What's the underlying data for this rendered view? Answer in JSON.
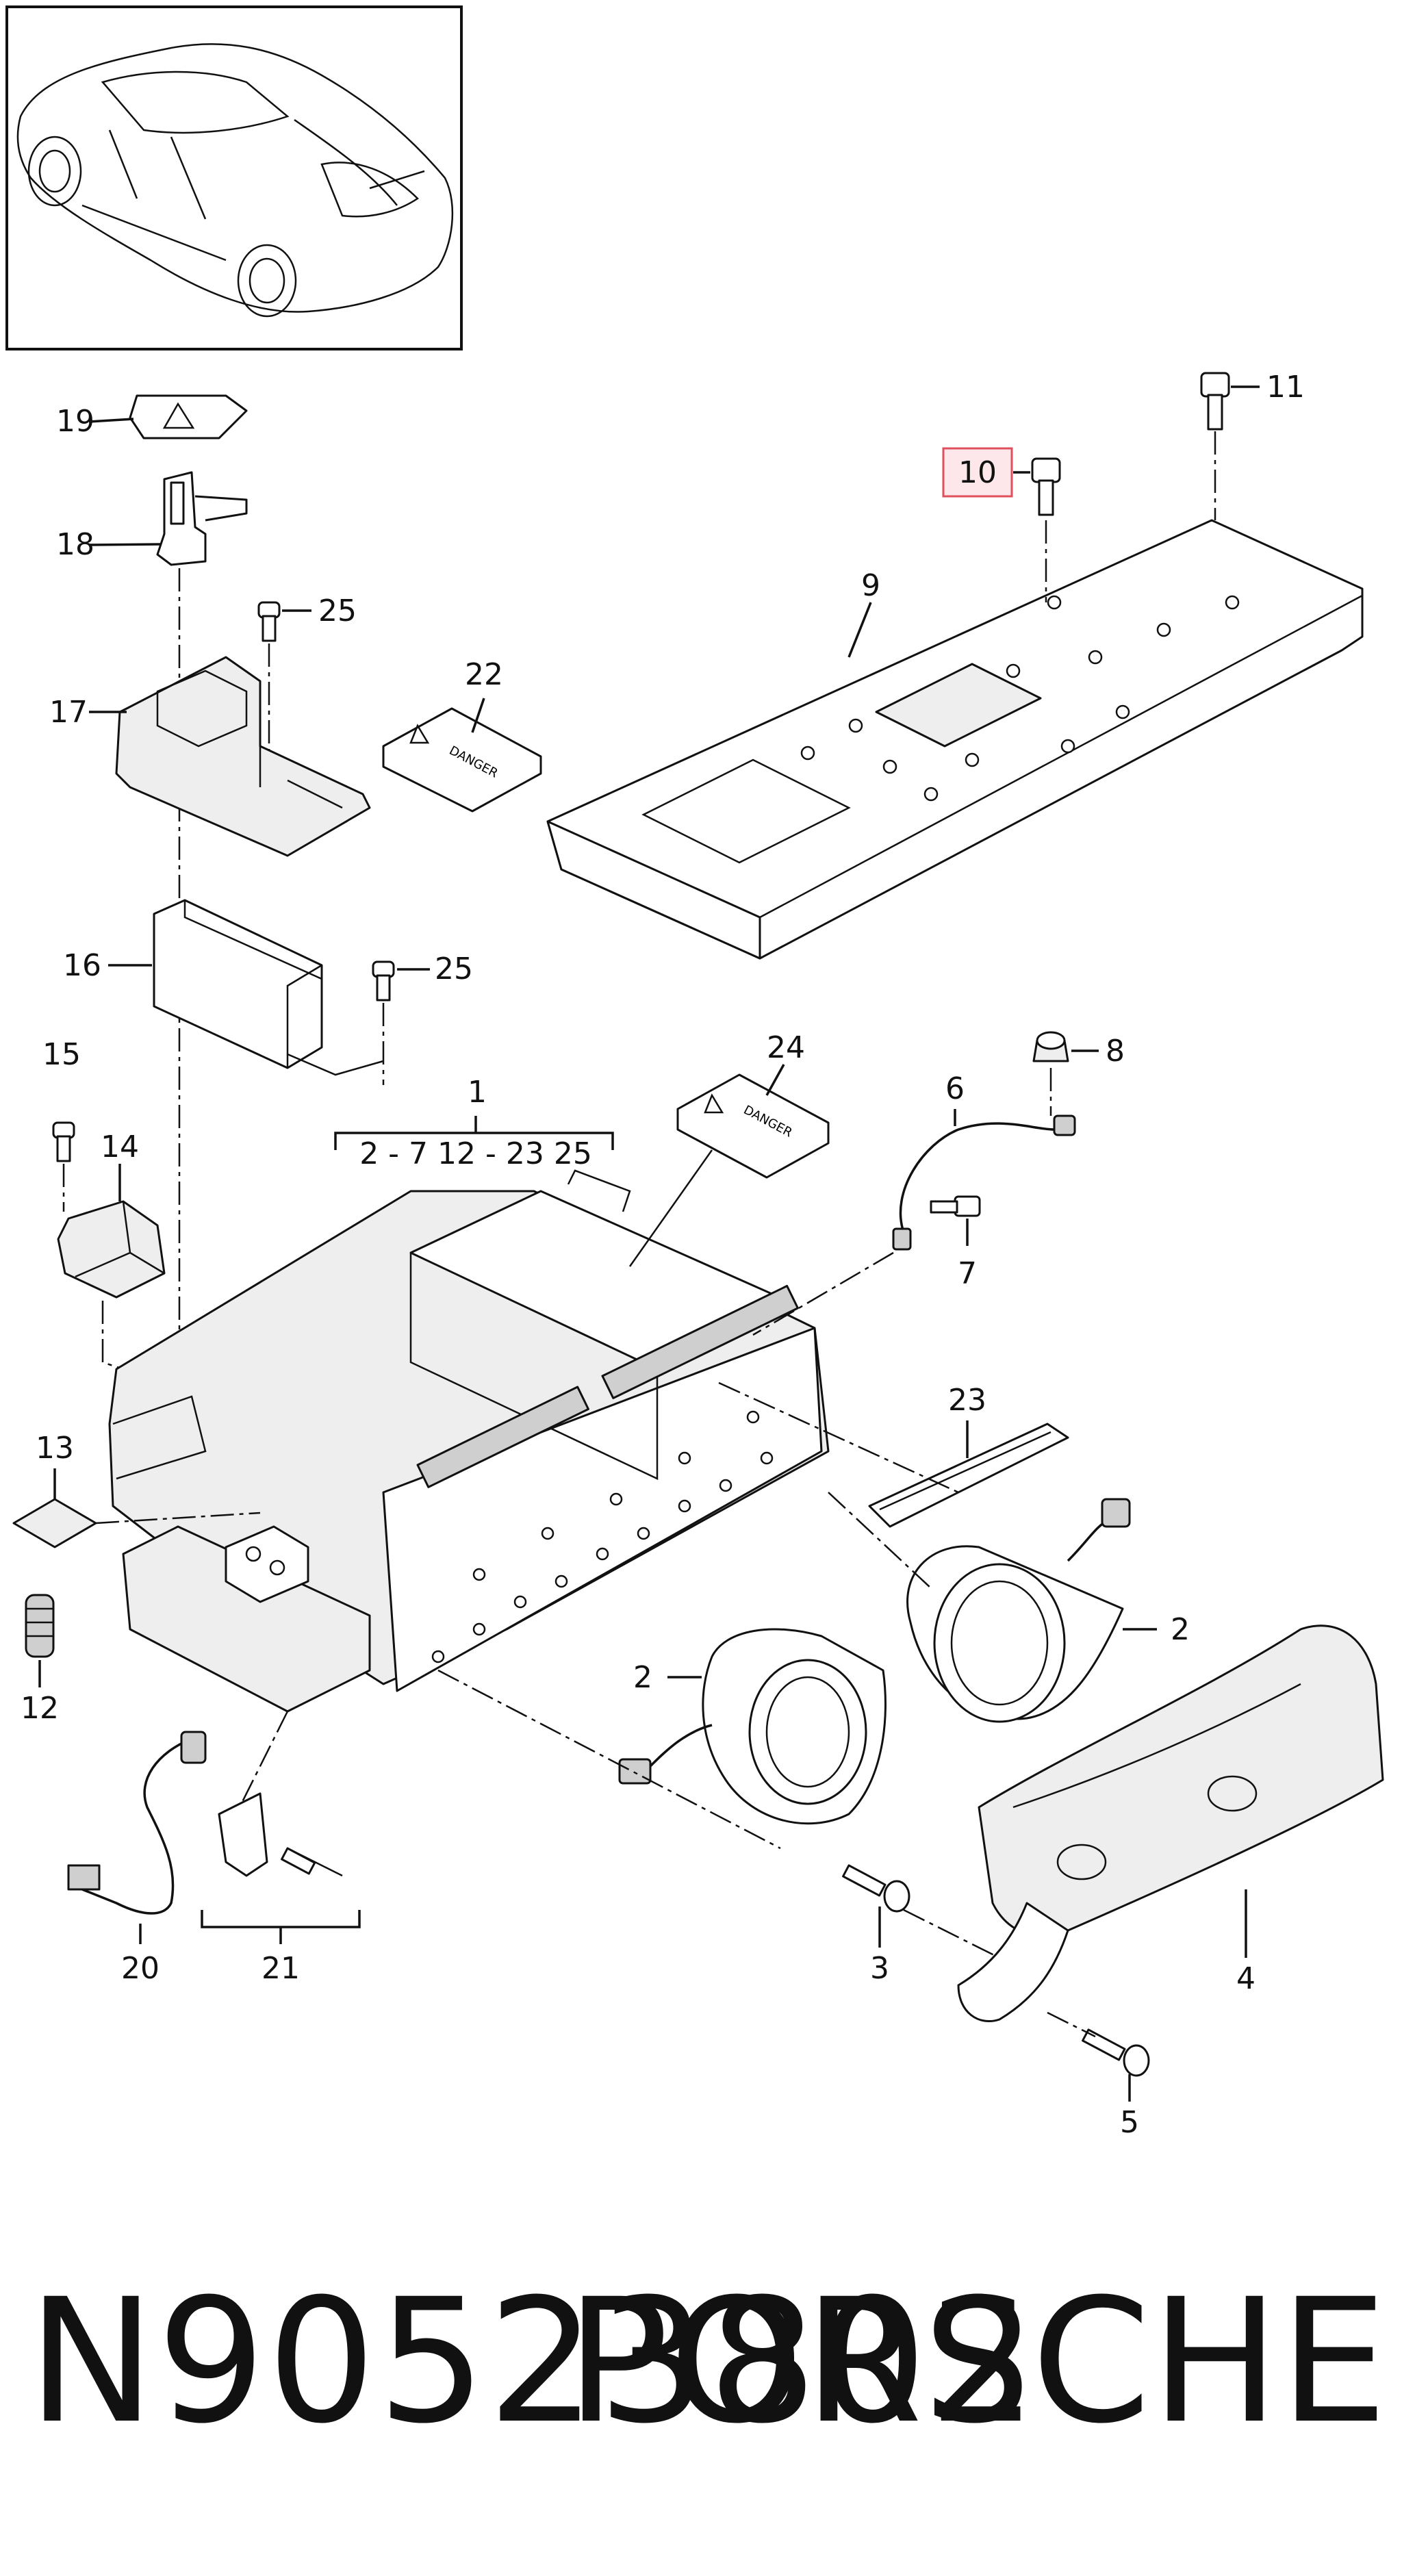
{
  "callouts": {
    "c1": "1",
    "c1_range": "2 - 7   12 - 23   25",
    "c2a": "2",
    "c2b": "2",
    "c3": "3",
    "c4": "4",
    "c5": "5",
    "c6": "6",
    "c7": "7",
    "c8": "8",
    "c9": "9",
    "c10": "10",
    "c11": "11",
    "c12": "12",
    "c13": "13",
    "c14": "14",
    "c15": "15",
    "c16": "16",
    "c17": "17",
    "c18": "18",
    "c19": "19",
    "c20": "20",
    "c21": "21",
    "c22": "22",
    "c23": "23",
    "c24": "24",
    "c25a": "25",
    "c25b": "25"
  },
  "labels": {
    "danger_22": "DANGER",
    "danger_24": "DANGER"
  },
  "highlight": {
    "part": "10",
    "color": "#e0505c",
    "fill": "#fde7ea"
  },
  "footer": {
    "part_number": "N90523802",
    "brand": "PORSCHE"
  }
}
